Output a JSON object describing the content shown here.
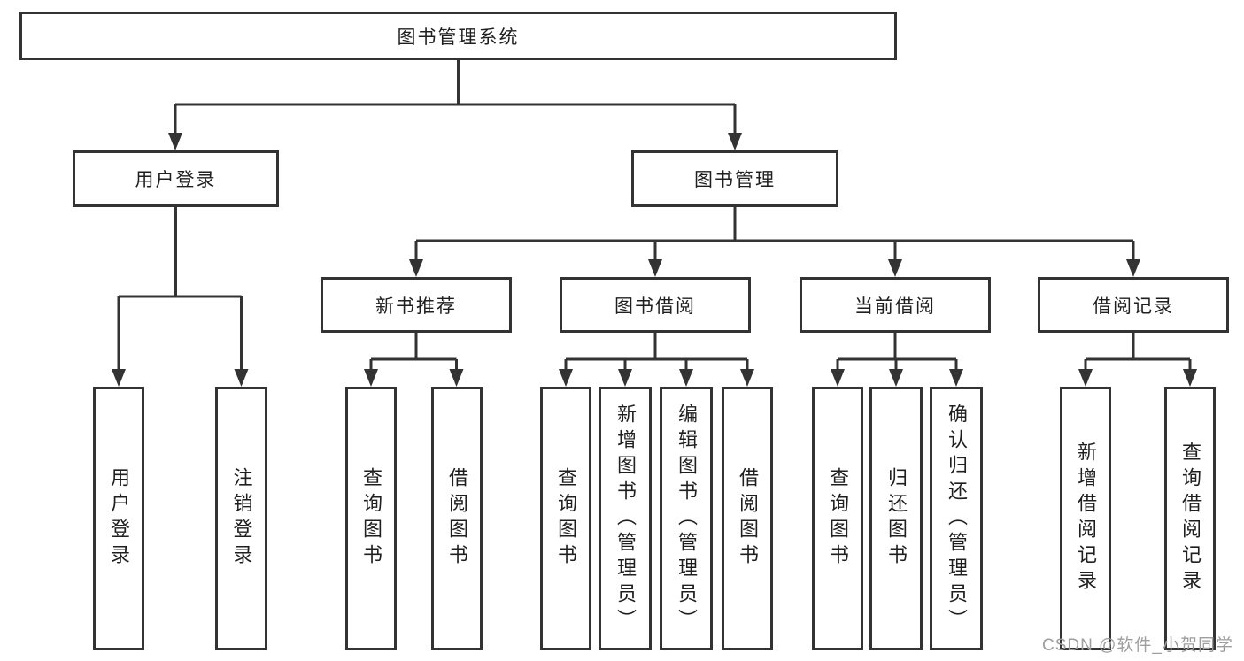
{
  "colors": {
    "line": "#333333",
    "box_border": "#333333",
    "box_background": "#ffffff",
    "text": "#1f1f1f",
    "watermark": "#9e9e9e"
  },
  "diagram": {
    "root": {
      "label": "图书管理系统"
    },
    "level2": [
      {
        "label": "用户登录"
      },
      {
        "label": "图书管理"
      }
    ],
    "level3": [
      {
        "label": "新书推荐"
      },
      {
        "label": "图书借阅"
      },
      {
        "label": "当前借阅"
      },
      {
        "label": "借阅记录"
      }
    ],
    "leaves": [
      {
        "label": "用户登录"
      },
      {
        "label": "注销登录"
      },
      {
        "label": "查询图书"
      },
      {
        "label": "借阅图书"
      },
      {
        "label": "查询图书"
      },
      {
        "label": "新增图书（管理员）"
      },
      {
        "label": "编辑图书（管理员）"
      },
      {
        "label": "借阅图书"
      },
      {
        "label": "查询图书"
      },
      {
        "label": "归还图书"
      },
      {
        "label": "确认归还（管理员）"
      },
      {
        "label": "新增借阅记录"
      },
      {
        "label": "查询借阅记录"
      }
    ]
  },
  "watermark": {
    "text": "CSDN @软件_小贺同学"
  }
}
